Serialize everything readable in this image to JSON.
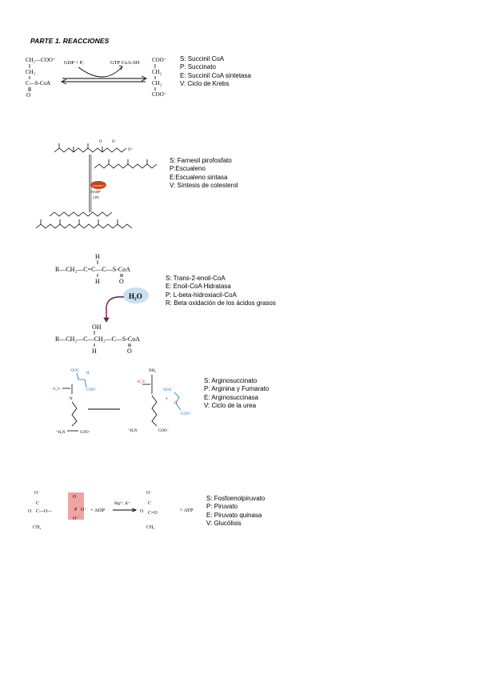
{
  "heading": "PARTE 1. REACCIONES",
  "reactions": [
    {
      "lines": [
        "S: Succinil CoA",
        "P: Succinato",
        "E: Succinil CoA sintetasa",
        "V: Ciclo de  Krebs"
      ],
      "diagram": {
        "left_top": "CH₂—COO⁻",
        "left_mid": "CH₂",
        "left_c": "C—S-CoA",
        "left_o": "O",
        "cofactor_in": "GDP + Pᵢ",
        "cofactor_out": "GTP  CoA-SH",
        "right_top": "COO⁻",
        "right_ch2a": "CH₂",
        "right_ch2b": "CH₂",
        "right_bottom": "COO⁻"
      }
    },
    {
      "lines": [
        "S: Farnesil pirofosfato",
        "P:Escualeno",
        "E:Escualeno sintasa",
        "V: Síntesis de colesterol"
      ],
      "diagram": {
        "cofactor_a": "NADPH + H⁺",
        "cofactor_b": "NADP⁺",
        "cofactor_c": "2 PPᵢ"
      }
    },
    {
      "lines": [
        "S: Trans-2-enoil-CoA",
        "E: Enoil-CoA Hidratasa",
        "P: L-beta-hidroxiacil-CoA",
        "R: Beta oxidación de los ácidos grasos"
      ],
      "diagram": {
        "top_h": "H",
        "top_formula": "R—CH₂—C=C—C—S-CoA",
        "top_sub_h": "H",
        "top_sub_o": "O",
        "water": "H₂O",
        "bottom_oh": "OH",
        "bottom_formula": "R—CH₂—C—CH₂—C—S-CoA",
        "bottom_sub_h": "H",
        "bottom_sub_o": "O"
      }
    },
    {
      "lines": [
        "S: Arginosuccinato",
        "P: Arginina  y Fumarato",
        "E: Arginosuccinasa",
        "V: Ciclo de la urea"
      ],
      "diagram": {
        "coo_a": "⁻OOC",
        "h_a": "H",
        "coo_b": "COO⁻",
        "h2n": "H₂N",
        "nh": "N",
        "nh2": "NH₂",
        "h3n": "⁺H₃N",
        "coo_c": "COO⁻",
        "plus": "+",
        "fum_a": "⁻OOC",
        "fum_b": "COO⁻",
        "h": "H"
      }
    },
    {
      "lines": [
        "S: Fosfoenolpiruvato",
        "P: Piruvato",
        "E: Piruvato quinasa",
        "V: Glucólisis"
      ],
      "diagram": {
        "o_minus": "O⁻",
        "c": "C",
        "o": "O",
        "p": "P",
        "ch2": "CH₂",
        "adp": "+ ADP",
        "ions": "Mg²⁺, K⁺",
        "ch3": "CH₃",
        "atp": "+ ATP"
      }
    }
  ],
  "colors": {
    "enzyme_blob": "#c8421c",
    "water_bubble": "#c9dff0",
    "phosphate_box": "#f0a3a3",
    "arrow_purple": "#6b1d4a",
    "blue_atoms": "#1f6fb5"
  }
}
